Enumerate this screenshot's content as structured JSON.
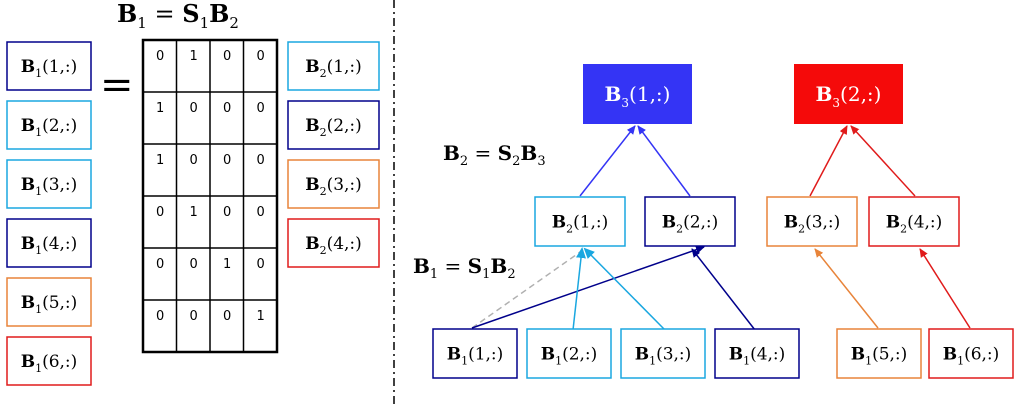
{
  "left_panel": {
    "equation": {
      "lhs": "B",
      "lhs_sub": "1",
      "eq": " = ",
      "s": "S",
      "s_sub": "1",
      "b": "B",
      "b_sub": "2"
    },
    "equals_sign": "=",
    "lhs_rows": [
      {
        "base": "B",
        "sub": "1",
        "arg": "(1,:)",
        "color": "#00008b"
      },
      {
        "base": "B",
        "sub": "1",
        "arg": "(2,:)",
        "color": "#1aa7e0"
      },
      {
        "base": "B",
        "sub": "1",
        "arg": "(3,:)",
        "color": "#1aa7e0"
      },
      {
        "base": "B",
        "sub": "1",
        "arg": "(4,:)",
        "color": "#00008b"
      },
      {
        "base": "B",
        "sub": "1",
        "arg": "(5,:)",
        "color": "#e8843a"
      },
      {
        "base": "B",
        "sub": "1",
        "arg": "(6,:)",
        "color": "#e01b1b"
      }
    ],
    "matrix": [
      [
        "0",
        "1",
        "0",
        "0"
      ],
      [
        "1",
        "0",
        "0",
        "0"
      ],
      [
        "1",
        "0",
        "0",
        "0"
      ],
      [
        "0",
        "1",
        "0",
        "0"
      ],
      [
        "0",
        "0",
        "1",
        "0"
      ],
      [
        "0",
        "0",
        "0",
        "1"
      ]
    ],
    "rhs_rows": [
      {
        "base": "B",
        "sub": "2",
        "arg": "(1,:)",
        "color": "#1aa7e0"
      },
      {
        "base": "B",
        "sub": "2",
        "arg": "(2,:)",
        "color": "#00008b"
      },
      {
        "base": "B",
        "sub": "2",
        "arg": "(3,:)",
        "color": "#e8843a"
      },
      {
        "base": "B",
        "sub": "2",
        "arg": "(4,:)",
        "color": "#e01b1b"
      }
    ]
  },
  "right_panel": {
    "eq_b2": {
      "lhs": "B",
      "lhs_sub": "2",
      "eq": " = ",
      "s": "S",
      "s_sub": "2",
      "b": "B",
      "b_sub": "3"
    },
    "eq_b1": {
      "lhs": "B",
      "lhs_sub": "1",
      "eq": " = ",
      "s": "S",
      "s_sub": "1",
      "b": "B",
      "b_sub": "2"
    },
    "top_nodes": [
      {
        "base": "B",
        "sub": "3",
        "arg": "(1,:)",
        "fill": "#3434f5"
      },
      {
        "base": "B",
        "sub": "3",
        "arg": "(2,:)",
        "fill": "#f50a0a"
      }
    ],
    "mid_nodes": [
      {
        "base": "B",
        "sub": "2",
        "arg": "(1,:)",
        "color": "#1aa7e0"
      },
      {
        "base": "B",
        "sub": "2",
        "arg": "(2,:)",
        "color": "#00008b"
      },
      {
        "base": "B",
        "sub": "2",
        "arg": "(3,:)",
        "color": "#e8843a"
      },
      {
        "base": "B",
        "sub": "2",
        "arg": "(4,:)",
        "color": "#e01b1b"
      }
    ],
    "bottom_nodes": [
      {
        "base": "B",
        "sub": "1",
        "arg": "(1,:)",
        "color": "#00008b"
      },
      {
        "base": "B",
        "sub": "1",
        "arg": "(2,:)",
        "color": "#1aa7e0"
      },
      {
        "base": "B",
        "sub": "1",
        "arg": "(3,:)",
        "color": "#1aa7e0"
      },
      {
        "base": "B",
        "sub": "1",
        "arg": "(4,:)",
        "color": "#00008b"
      },
      {
        "base": "B",
        "sub": "1",
        "arg": "(5,:)",
        "color": "#e8843a"
      },
      {
        "base": "B",
        "sub": "1",
        "arg": "(6,:)",
        "color": "#e01b1b"
      }
    ],
    "colors": {
      "blue_top": "#3434f5",
      "red_top": "#f50a0a",
      "navy": "#00008b",
      "cyan": "#1aa7e0",
      "orange": "#e8843a",
      "red": "#e01b1b",
      "gray_dashed": "#b0b0b0"
    }
  }
}
